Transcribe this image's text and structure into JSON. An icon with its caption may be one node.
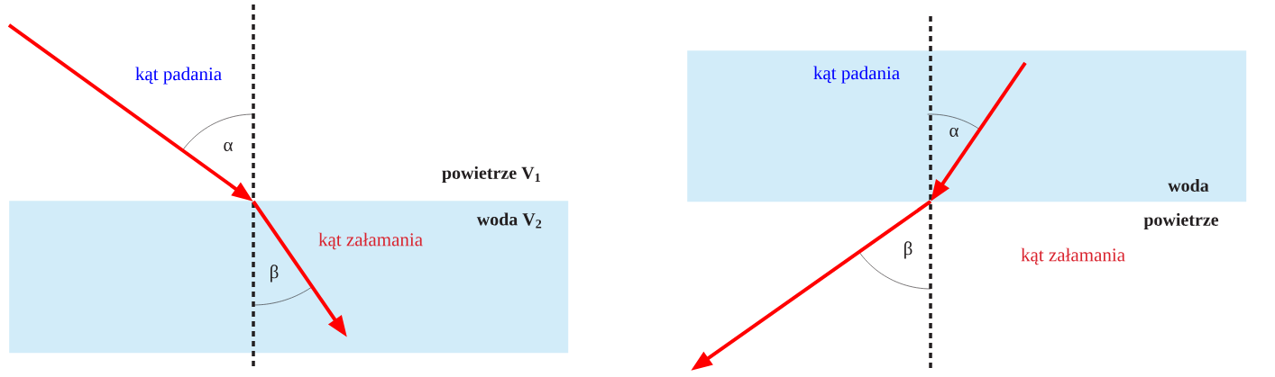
{
  "diagram": {
    "nodes": [
      {
        "text": [
          "woda V$_{2}$"
        ]
      },
      {
        "text": [
          "woda"
        ]
      }
    ],
    "labels": [
      "kąt padania",
      "α",
      "powietrze V$_{1}$",
      "kąt załamania",
      "β",
      "kąt padania",
      "α",
      "powietrze",
      "kąt załamania",
      "β"
    ]
  }
}
